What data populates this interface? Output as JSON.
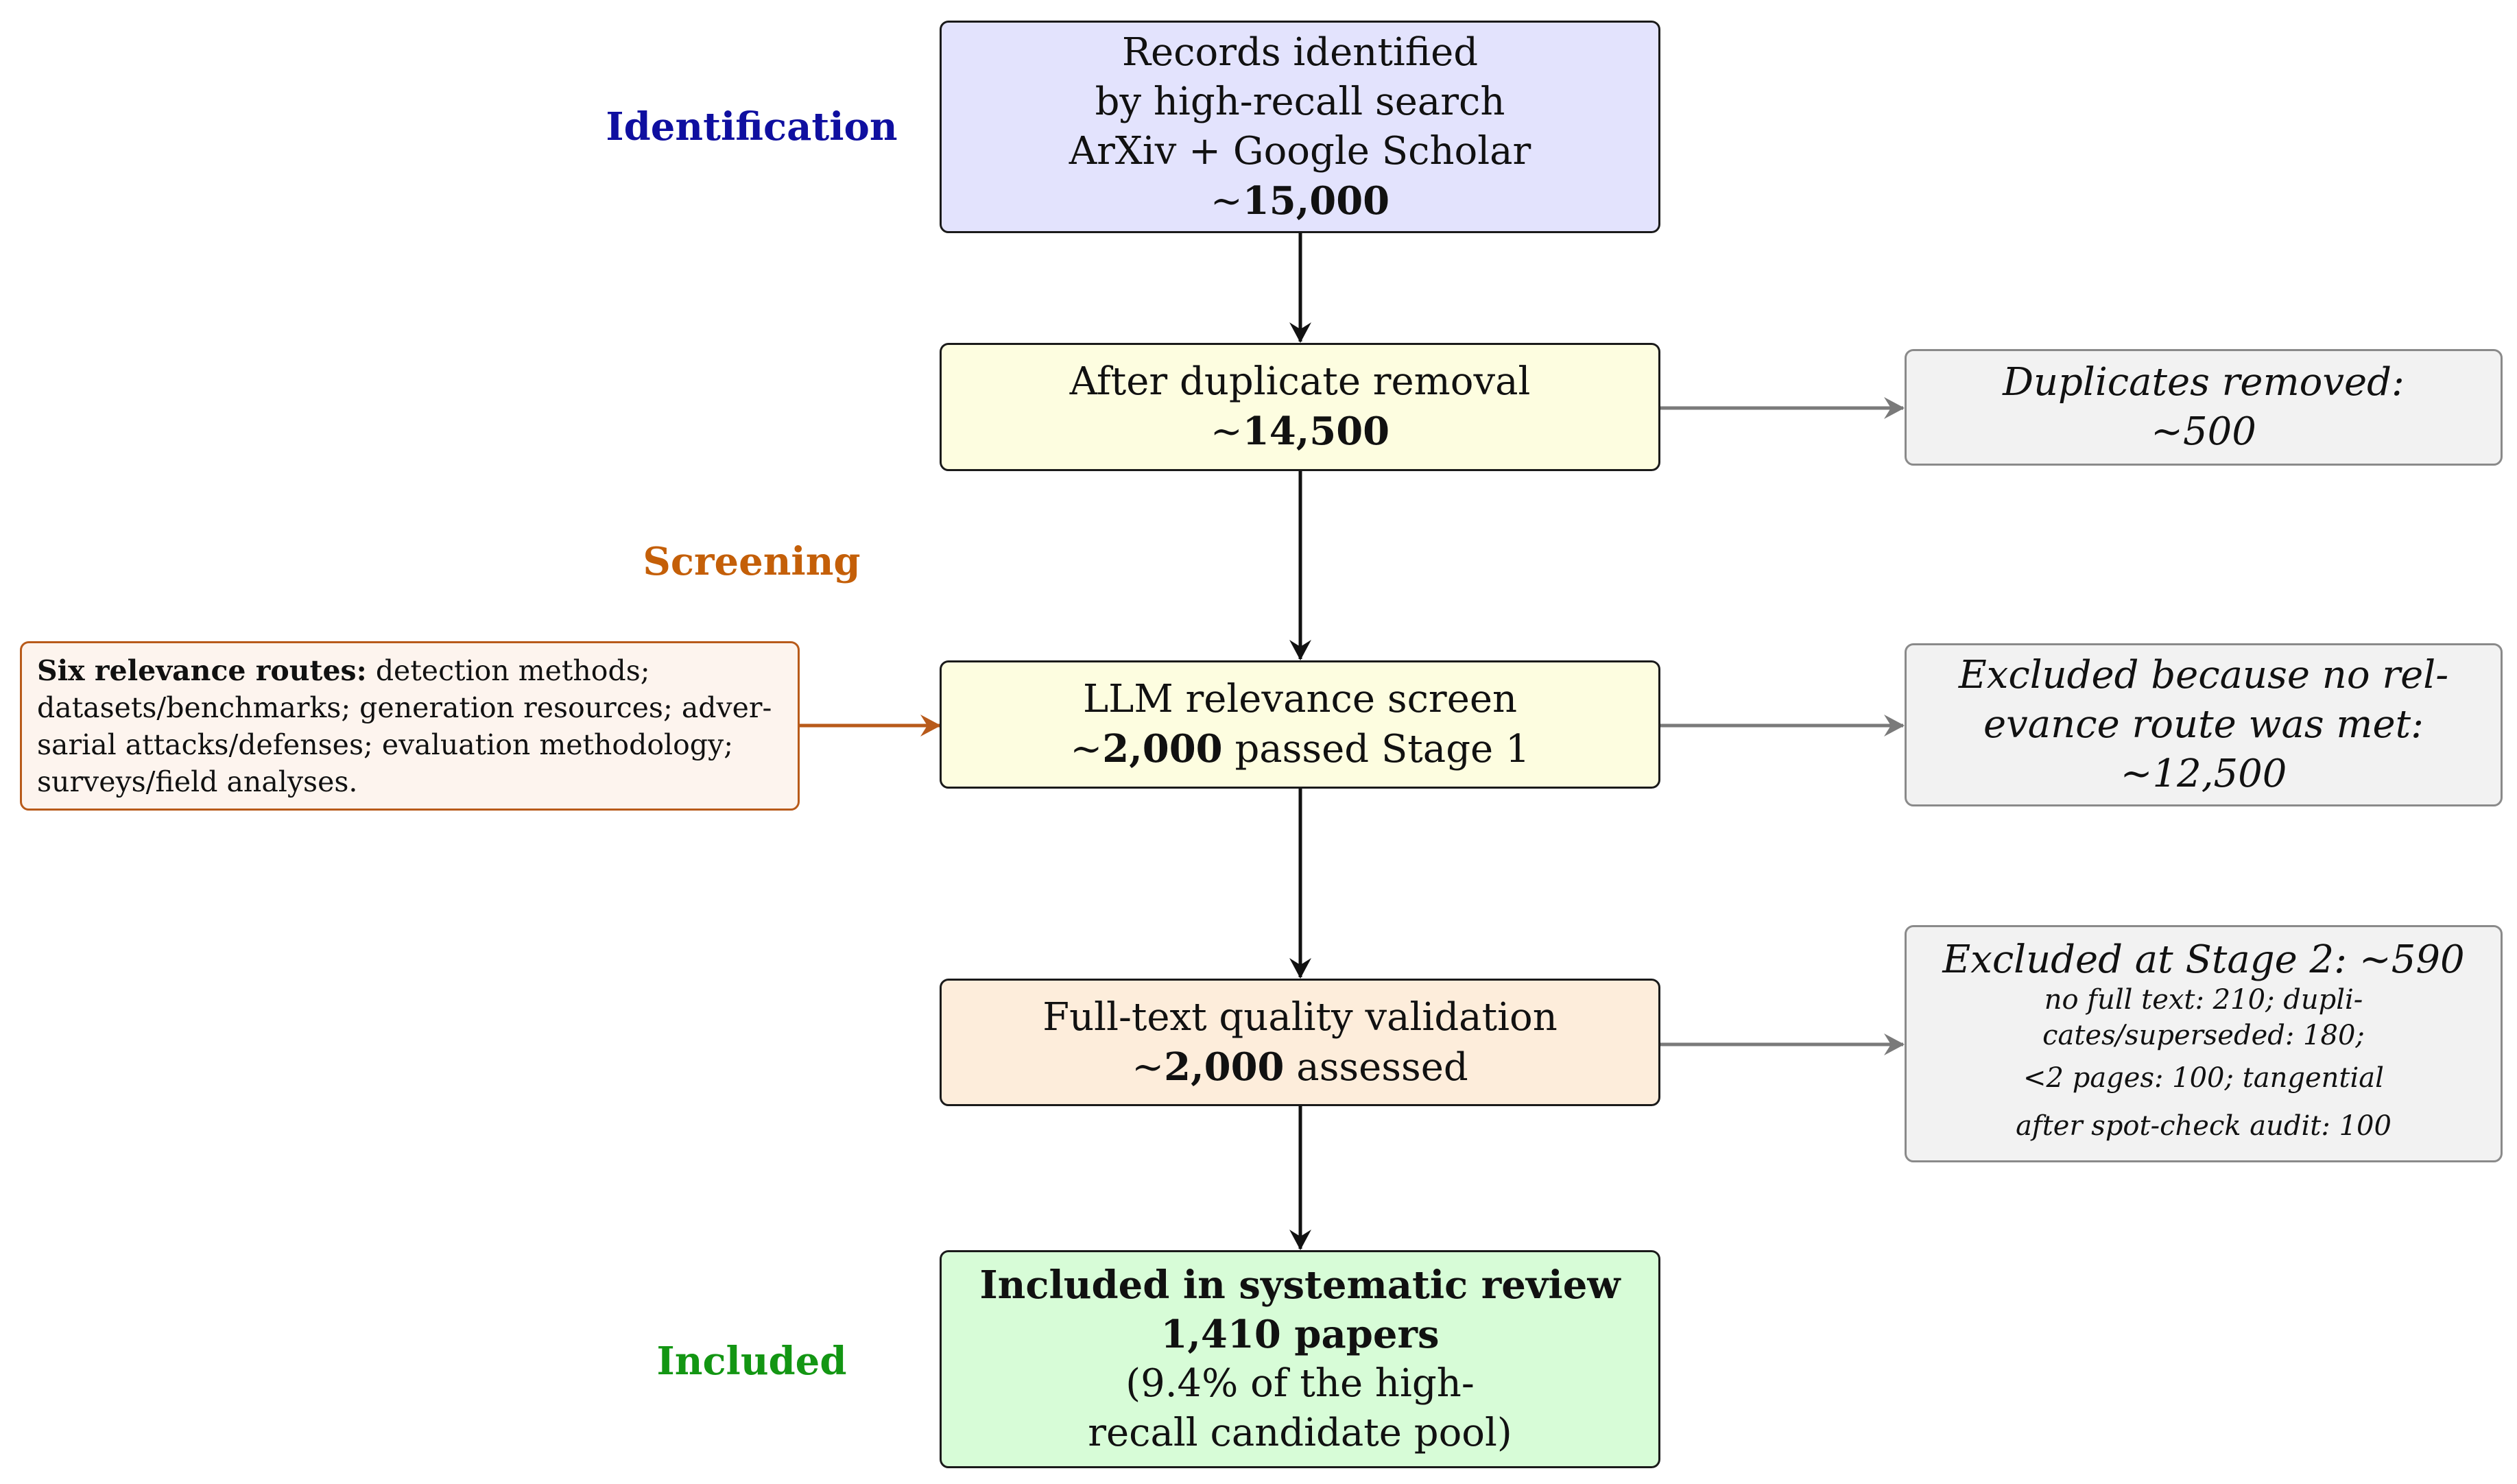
{
  "stages": {
    "identification": "Identification",
    "screening": "Screening",
    "included": "Included"
  },
  "colors": {
    "identification": "#0f0fa0",
    "screening": "#c45f08",
    "included": "#139613",
    "box_identification": "#e3e3fd",
    "box_dedup": "#fdfde0",
    "box_llm": "#fdfde0",
    "box_fulltext": "#fdeddb",
    "box_included": "#d7fcd7",
    "box_side": "#f2f2f2",
    "box_routes": "#fdf4ee",
    "routes_border": "#b85a1a",
    "main_arrow": "#111111",
    "side_arrow": "#7a7a7a",
    "routes_arrow": "#b85a1a"
  },
  "boxes": {
    "identification": {
      "line1": "Records identified",
      "line2": "by high-recall search",
      "line3": "ArXiv + Google Scholar",
      "prefix": "~",
      "count": "15,000"
    },
    "dedup": {
      "line1": "After duplicate removal",
      "prefix": "~",
      "count": "14,500"
    },
    "llm": {
      "line1": "LLM relevance screen",
      "prefix": "~",
      "count": "2,000",
      "suffix": " passed Stage 1"
    },
    "fulltext": {
      "line1": "Full-text quality validation",
      "prefix": "~",
      "count": "2,000",
      "suffix": " assessed"
    },
    "included": {
      "line1": "Included in systematic review",
      "line2": "1,410 papers",
      "line3": "(9.4% of the high-",
      "line4": "recall candidate pool)"
    }
  },
  "side_boxes": {
    "duplicates": {
      "line1": "Duplicates removed:",
      "line2": "~500"
    },
    "excluded_stage1": {
      "line1": "Excluded because no rel-",
      "line2": "evance route was met:",
      "line3": "~12,500"
    },
    "excluded_stage2": {
      "title": "Excluded at Stage 2: ~590",
      "line1": "no full text: 210; dupli-",
      "line2": "cates/superseded: 180;",
      "line3": "<2 pages: 100; tangential",
      "line4": "after spot-check audit: 100"
    }
  },
  "routes_box": {
    "label": "Six relevance routes:",
    "line1": " detection methods;",
    "line2": "datasets/benchmarks; generation resources; adver-",
    "line3": "sarial attacks/defenses; evaluation methodology;",
    "line4": "surveys/field analyses."
  }
}
